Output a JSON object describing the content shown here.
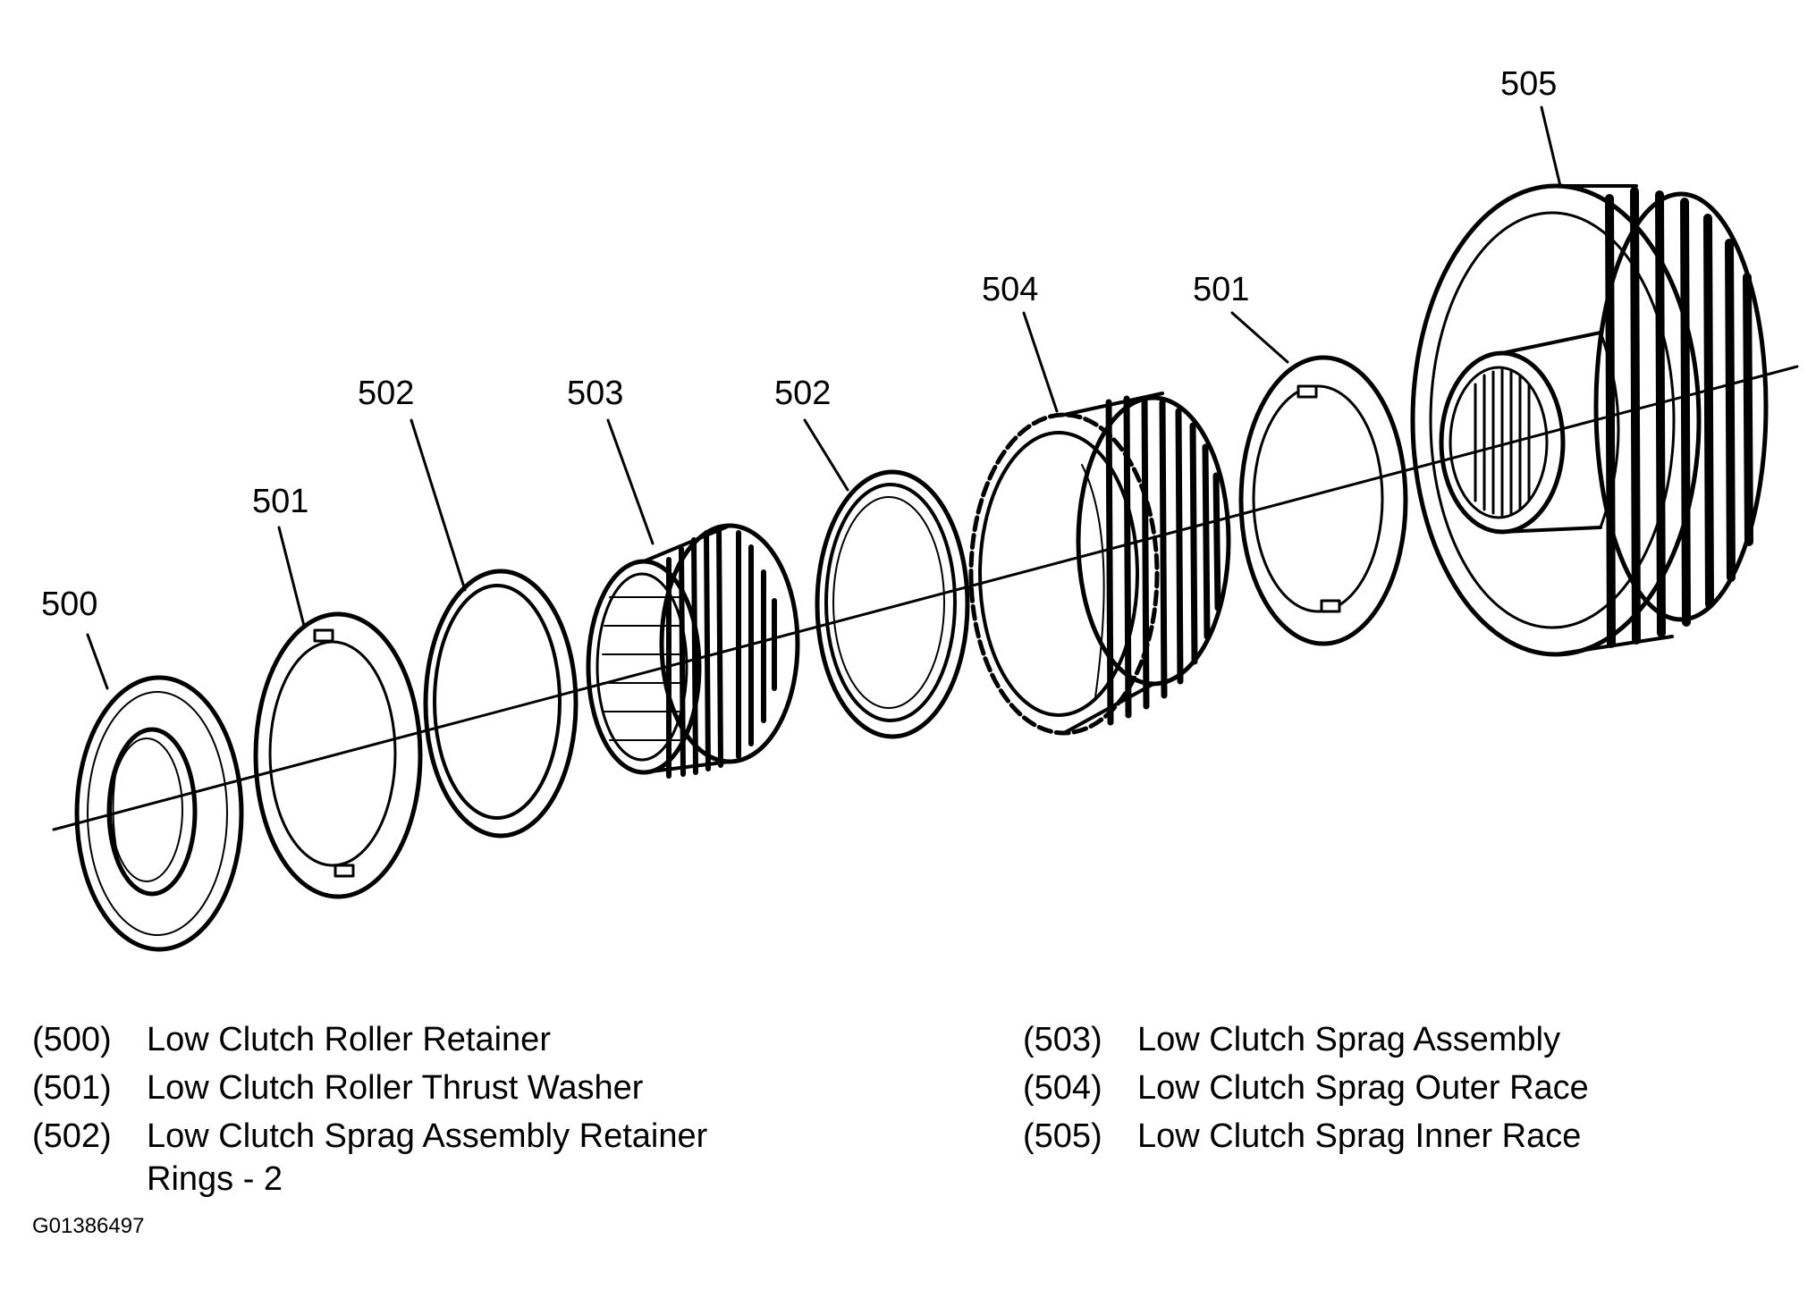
{
  "callouts": {
    "c500": "500",
    "c501a": "501",
    "c502a": "502",
    "c503": "503",
    "c502b": "502",
    "c504": "504",
    "c501b": "501",
    "c505": "505"
  },
  "legend": {
    "left": [
      {
        "code": "(500)",
        "text": "Low Clutch Roller Retainer"
      },
      {
        "code": "(501)",
        "text": "Low Clutch Roller Thrust Washer"
      },
      {
        "code": "(502)",
        "text": "Low Clutch Sprag Assembly Retainer"
      }
    ],
    "left_wrap": "Rings - 2",
    "right": [
      {
        "code": "(503)",
        "text": "Low Clutch Sprag Assembly"
      },
      {
        "code": "(504)",
        "text": "Low Clutch Sprag Outer Race"
      },
      {
        "code": "(505)",
        "text": "Low Clutch Sprag Inner Race"
      }
    ]
  },
  "figure_id": "G01386497"
}
